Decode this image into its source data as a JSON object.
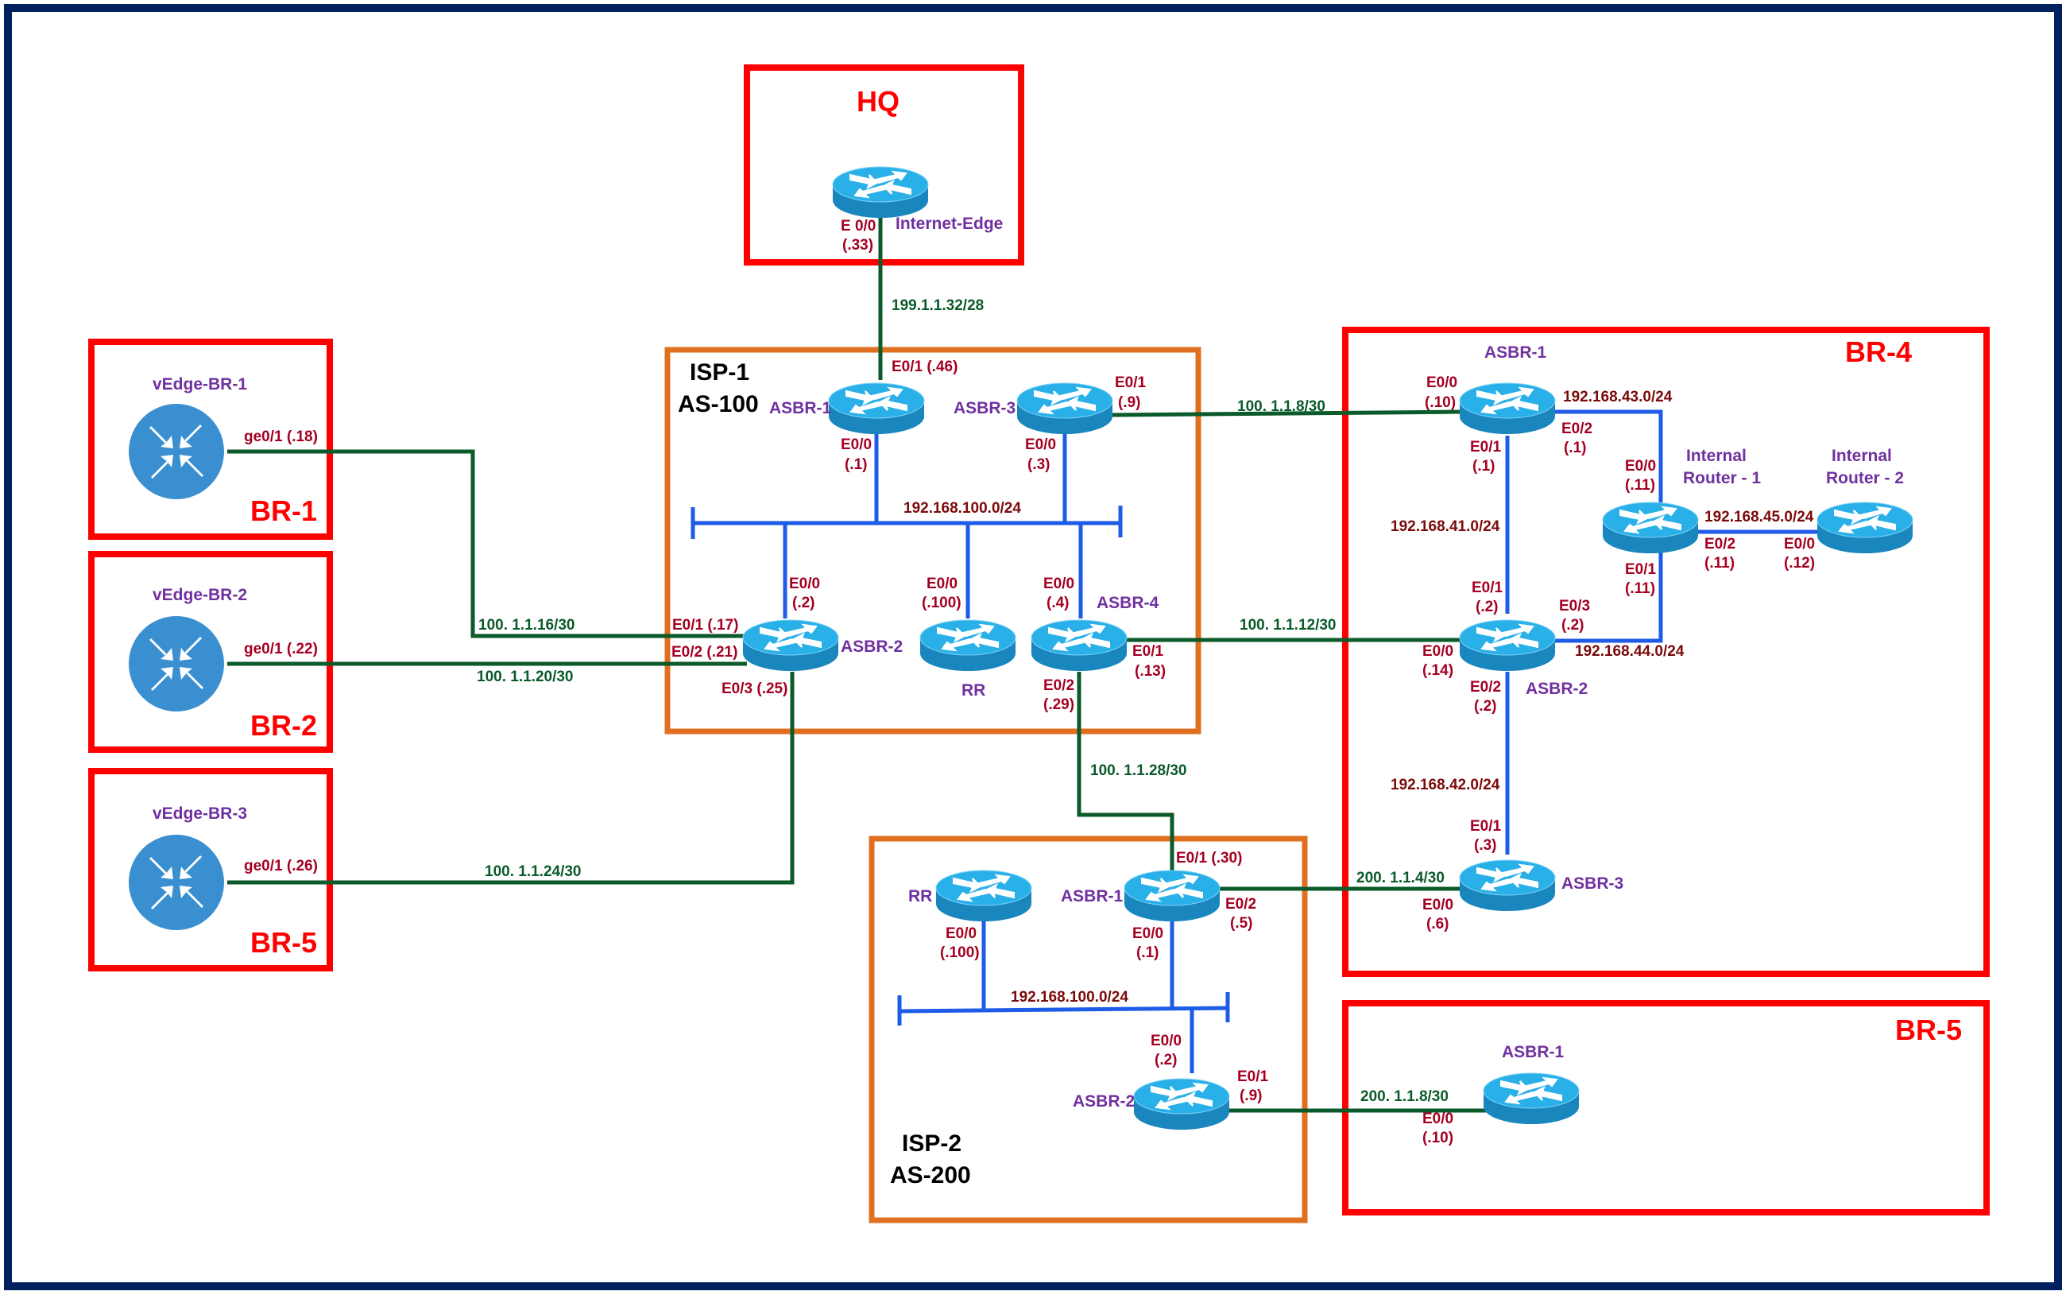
{
  "colors": {
    "frame": "#002060",
    "site_box": "#FF0000",
    "isp_box": "#E07020",
    "wan_link": "#0B5A2A",
    "lan_link": "#1E5BE6",
    "interface_text": "#A50021",
    "device_text": "#7030A0",
    "router_top": "#2AB0E8",
    "router_side": "#1A86BE",
    "vedge_fill": "#3A8FD0"
  },
  "sites": {
    "hq": {
      "label": "HQ"
    },
    "br1": {
      "label": "BR-1"
    },
    "br2": {
      "label": "BR-2"
    },
    "br5_left": {
      "label": "BR-5"
    },
    "br4": {
      "label": "BR-4"
    },
    "br5_right": {
      "label": "BR-5"
    }
  },
  "isps": {
    "isp1": {
      "name": "ISP-1",
      "as": "AS-100",
      "lan": "192.168.100.0/24"
    },
    "isp2": {
      "name": "ISP-2",
      "as": "AS-200",
      "lan": "192.168.100.0/24"
    }
  },
  "devices": {
    "hq_edge": {
      "name": "Internet-Edge",
      "icon": "router-icon"
    },
    "vedge1": {
      "name": "vEdge-BR-1",
      "icon": "vedge-icon"
    },
    "vedge2": {
      "name": "vEdge-BR-2",
      "icon": "vedge-icon"
    },
    "vedge3": {
      "name": "vEdge-BR-3",
      "icon": "vedge-icon"
    },
    "isp1_asbr1": {
      "name": "ASBR-1",
      "icon": "router-icon"
    },
    "isp1_asbr2": {
      "name": "ASBR-2",
      "icon": "router-icon"
    },
    "isp1_asbr3": {
      "name": "ASBR-3",
      "icon": "router-icon"
    },
    "isp1_asbr4": {
      "name": "ASBR-4",
      "icon": "router-icon"
    },
    "isp1_rr": {
      "name": "RR",
      "icon": "router-icon"
    },
    "isp2_asbr1": {
      "name": "ASBR-1",
      "icon": "router-icon"
    },
    "isp2_asbr2": {
      "name": "ASBR-2",
      "icon": "router-icon"
    },
    "isp2_rr": {
      "name": "RR",
      "icon": "router-icon"
    },
    "br4_asbr1": {
      "name": "ASBR-1",
      "icon": "router-icon"
    },
    "br4_asbr2": {
      "name": "ASBR-2",
      "icon": "router-icon"
    },
    "br4_asbr3": {
      "name": "ASBR-3",
      "icon": "router-icon"
    },
    "br4_ir1": {
      "name_line1": "Internal",
      "name_line2": "Router - 1",
      "icon": "router-icon"
    },
    "br4_ir2": {
      "name_line1": "Internal",
      "name_line2": "Router - 2",
      "icon": "router-icon"
    },
    "br5_asbr1": {
      "name": "ASBR-1",
      "icon": "router-icon"
    }
  },
  "networks": {
    "hq_isp1": "199.1.1.32/28",
    "br1_isp1": "100. 1.1.16/30",
    "br2_isp1": "100. 1.1.20/30",
    "br5_isp1": "100. 1.1.24/30",
    "isp1_br4_a": "100. 1.1.8/30",
    "isp1_br4_b": "100. 1.1.12/30",
    "isp1_isp2": "100. 1.1.28/30",
    "isp2_br4": "200. 1.1.4/30",
    "isp2_br5": "200. 1.1.8/30",
    "br4_41": "192.168.41.0/24",
    "br4_42": "192.168.42.0/24",
    "br4_43": "192.168.43.0/24",
    "br4_44": "192.168.44.0/24",
    "br4_45": "192.168.45.0/24"
  },
  "interfaces": {
    "hq_e00": {
      "name": "E 0/0",
      "ip": "(.33)"
    },
    "v1_ge": "ge0/1 (.18)",
    "v2_ge": "ge0/1 (.22)",
    "v3_ge": "ge0/1 (.26)",
    "i1a1_e01": "E0/1 (.46)",
    "i1a1_e00": {
      "name": "E0/0",
      "ip": "(.1)"
    },
    "i1a3_e01": {
      "name": "E0/1",
      "ip": "(.9)"
    },
    "i1a3_e00": {
      "name": "E0/0",
      "ip": "(.3)"
    },
    "i1a2_e00": {
      "name": "E0/0",
      "ip": "(.2)"
    },
    "i1a2_e01": "E0/1 (.17)",
    "i1a2_e02": "E0/2 (.21)",
    "i1a2_e03": "E0/3 (.25)",
    "i1rr_e00": {
      "name": "E0/0",
      "ip": "(.100)"
    },
    "i1a4_e00": {
      "name": "E0/0",
      "ip": "(.4)"
    },
    "i1a4_e01": {
      "name": "E0/1",
      "ip": "(.13)"
    },
    "i1a4_e02": {
      "name": "E0/2",
      "ip": "(.29)"
    },
    "b4a1_e00": {
      "name": "E0/0",
      "ip": "(.10)"
    },
    "b4a1_e01": {
      "name": "E0/1",
      "ip": "(.1)"
    },
    "b4a1_e02": {
      "name": "E0/2",
      "ip": "(.1)"
    },
    "b4ir1_e00": {
      "name": "E0/0",
      "ip": "(.11)"
    },
    "b4ir1_e01": {
      "name": "E0/1",
      "ip": "(.11)"
    },
    "b4ir1_e02": {
      "name": "E0/2",
      "ip": "(.11)"
    },
    "b4ir2_e00": {
      "name": "E0/0",
      "ip": "(.12)"
    },
    "b4a2_e01": {
      "name": "E0/1",
      "ip": "(.2)"
    },
    "b4a2_e03": {
      "name": "E0/3",
      "ip": "(.2)"
    },
    "b4a2_e00": {
      "name": "E0/0",
      "ip": "(.14)"
    },
    "b4a2_e02": {
      "name": "E0/2",
      "ip": "(.2)"
    },
    "b4a3_e01": {
      "name": "E0/1",
      "ip": "(.3)"
    },
    "b4a3_e00": {
      "name": "E0/0",
      "ip": "(.6)"
    },
    "i2a1_e01": "E0/1 (.30)",
    "i2a1_e02": {
      "name": "E0/2",
      "ip": "(.5)"
    },
    "i2a1_e00": {
      "name": "E0/0",
      "ip": "(.1)"
    },
    "i2rr_e00": {
      "name": "E0/0",
      "ip": "(.100)"
    },
    "i2a2_e00": {
      "name": "E0/0",
      "ip": "(.2)"
    },
    "i2a2_e01": {
      "name": "E0/1",
      "ip": "(.9)"
    },
    "b5a1_e00": {
      "name": "E0/0",
      "ip": "(.10)"
    }
  }
}
